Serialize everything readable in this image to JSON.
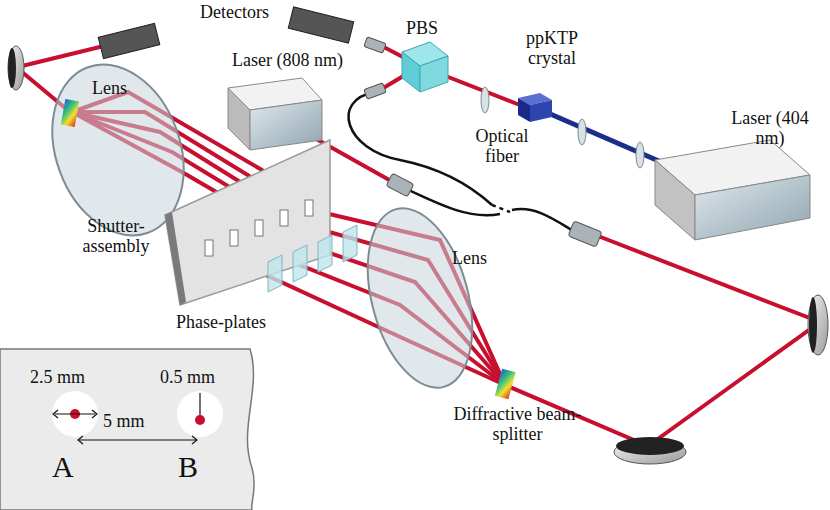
{
  "diagram": {
    "nodes": [
      {
        "text": [
          "2.5 mm",
          "0.5 mm",
          "5 mm",
          "A",
          "B"
        ]
      }
    ],
    "labels": [
      "Detectors",
      "PBS",
      "ppKTP crystal",
      "Laser (808 nm)",
      "Lens",
      "Laser (404 nm)",
      "Optical fiber",
      "Shutter-assembly",
      "Phase-plates",
      "Lens",
      "Diffractive beam-splitter"
    ]
  }
}
